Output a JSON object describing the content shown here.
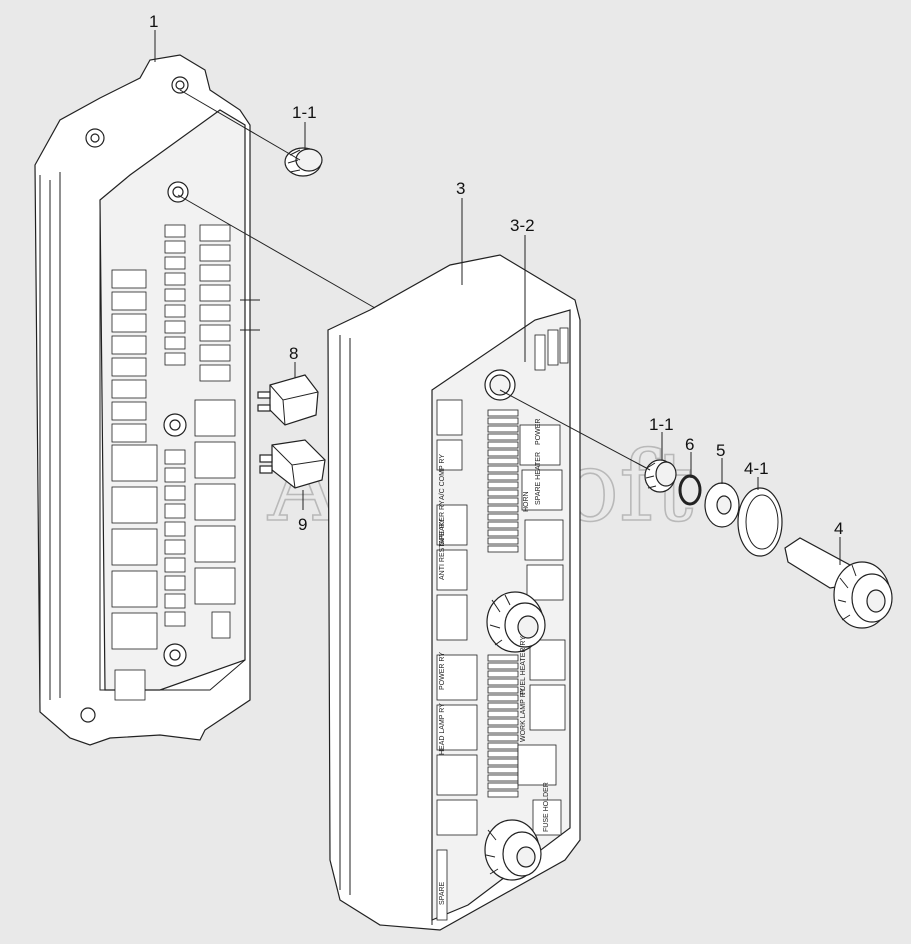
{
  "callouts": [
    {
      "id": "p1",
      "text": "1"
    },
    {
      "id": "p1_1a",
      "text": "1-1"
    },
    {
      "id": "p3",
      "text": "3"
    },
    {
      "id": "p3_2",
      "text": "3-2"
    },
    {
      "id": "p8",
      "text": "8"
    },
    {
      "id": "p9",
      "text": "9"
    },
    {
      "id": "p1_1b",
      "text": "1-1"
    },
    {
      "id": "p6",
      "text": "6"
    },
    {
      "id": "p5",
      "text": "5"
    },
    {
      "id": "p4_1",
      "text": "4-1"
    },
    {
      "id": "p4",
      "text": "4"
    }
  ],
  "watermark": "AutoSoft",
  "cover_labels": {
    "power_ry_top": "POWER",
    "spare_heater": "SPARE HEATER",
    "ac_comp": "A/C COMP RY",
    "speaker": "SPEAKER RY",
    "anti_restart": "ANTI RESTART RY",
    "power_ry": "POWER RY",
    "fuel_heater": "FUEL HEATER RY",
    "head_lamp": "HEAD LAMP RY",
    "work_lamp": "WORK LAMP RY",
    "fuse_holder": "FUSE HOLDER",
    "horn": "HORN",
    "spare": "SPARE"
  }
}
